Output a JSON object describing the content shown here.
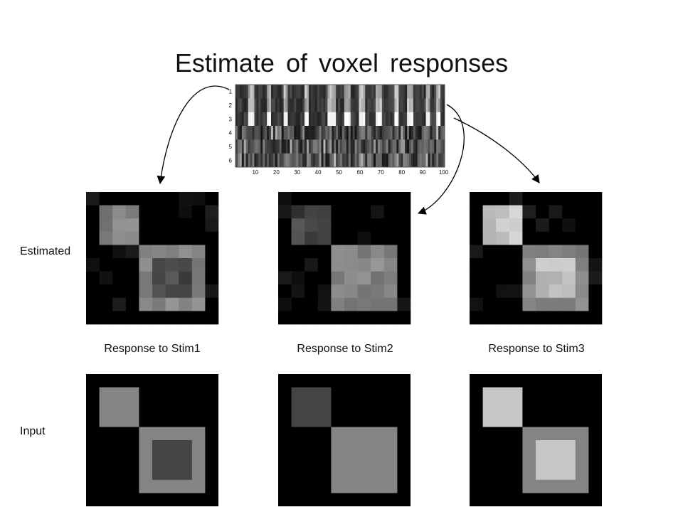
{
  "title": "Estimate of voxel responses",
  "row_labels": {
    "estimated": "Estimated",
    "input": "Input"
  },
  "captions": [
    "Response to Stim1",
    "Response to Stim2",
    "Response to Stim3"
  ],
  "matrix": {
    "row_ticks": [
      "1",
      "2",
      "3",
      "4",
      "5",
      "6"
    ],
    "col_ticks": [
      "10",
      "20",
      "30",
      "40",
      "50",
      "60",
      "70",
      "80",
      "90",
      "100"
    ]
  },
  "panels": {
    "input": [
      {
        "small_square_gray": "#848484",
        "big_outer_gray": "#848484",
        "big_inner_gray": "#444444"
      },
      {
        "small_square_gray": "#444444",
        "big_outer_gray": "#848484",
        "big_inner_gray": "#848484"
      },
      {
        "small_square_gray": "#c6c6c6",
        "big_outer_gray": "#848484",
        "big_inner_gray": "#c6c6c6"
      }
    ]
  },
  "colors": {
    "background": "#000000",
    "arrow": "#000000"
  }
}
